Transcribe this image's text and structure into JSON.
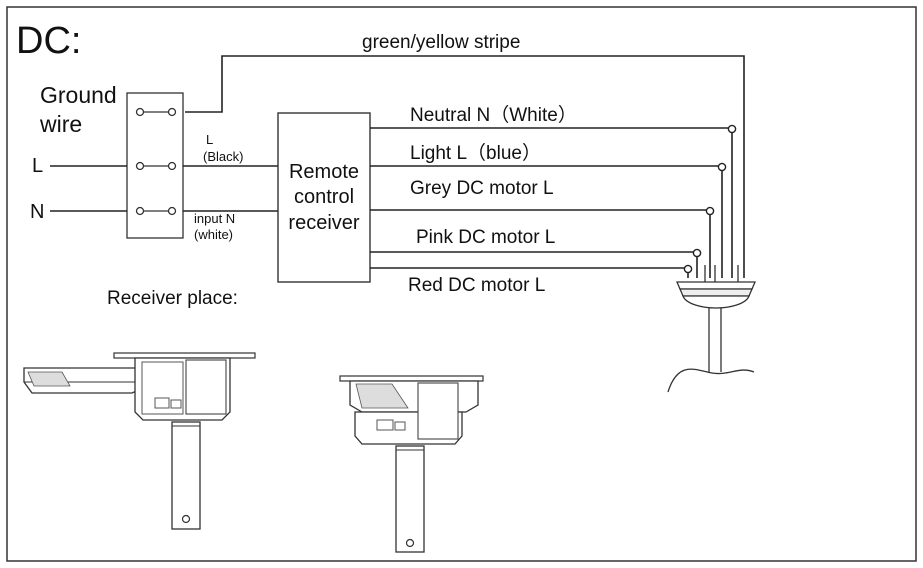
{
  "title": "DC:",
  "ground_wire_label": "green/yellow stripe",
  "terminal_block": {
    "ground_label_line1": "Ground",
    "ground_label_line2": "wire",
    "line_label": "L",
    "neutral_label": "N"
  },
  "input_wires": {
    "line_top": "L",
    "line_bottom": "(Black)",
    "neutral_top": "input  N",
    "neutral_bottom": "(white)"
  },
  "receiver": {
    "line1": "Remote",
    "line2": "control",
    "line3": "receiver"
  },
  "output_wires": [
    {
      "label": "Neutral  N（White）"
    },
    {
      "label": "Light L（blue）"
    },
    {
      "label": "Grey DC motor L"
    },
    {
      "label": "Pink DC motor L"
    },
    {
      "label": "Red DC motor L"
    }
  ],
  "receiver_place_label": "Receiver place:",
  "colors": {
    "line": "#222222",
    "frame": "#333333",
    "text": "#111111",
    "background": "#ffffff"
  }
}
